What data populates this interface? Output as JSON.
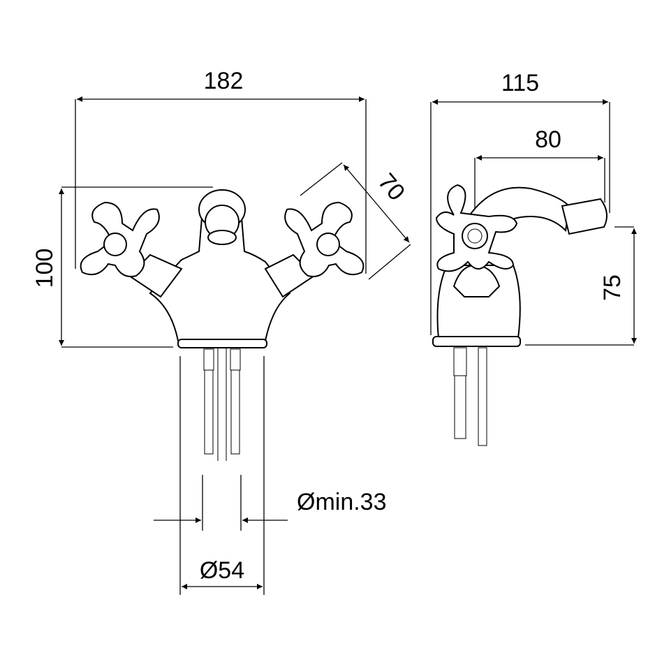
{
  "dimensions": {
    "front_width": "182",
    "side_width": "115",
    "spout_reach": "80",
    "handle_diagonal": "70",
    "front_height": "100",
    "spout_height": "75",
    "hole_min": "Ømin.33",
    "base_diameter": "Ø54"
  },
  "colors": {
    "line": "#000000",
    "background": "#ffffff"
  }
}
